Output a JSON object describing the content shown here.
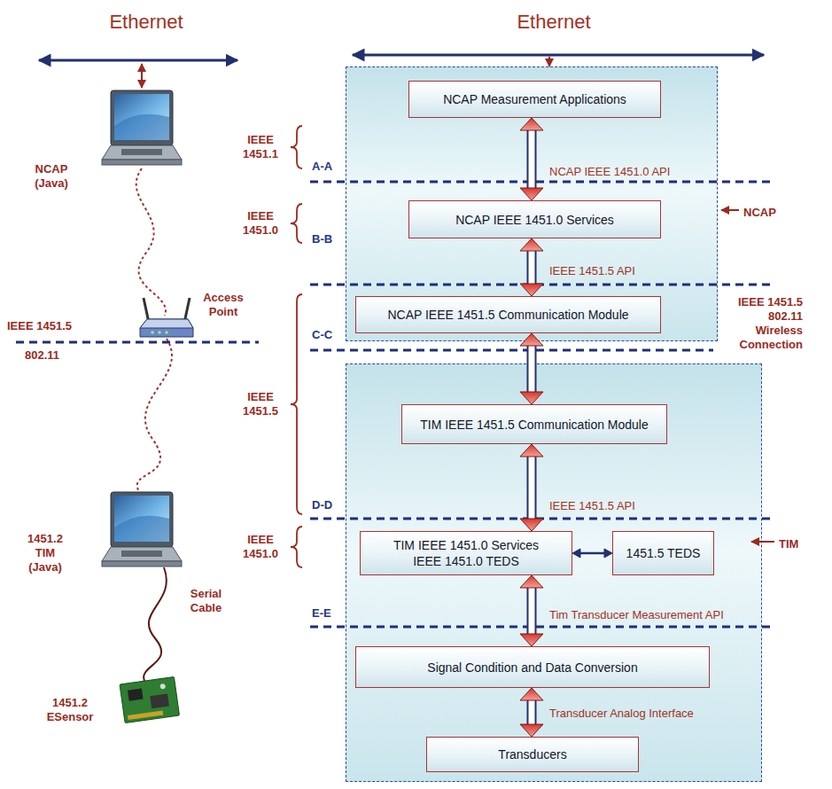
{
  "diagram": {
    "nodes": [
      {
        "text": [
          "NCAP"
        ]
      },
      {
        "text": [
          "NCAP Measurement Applications"
        ],
        "in": 0
      },
      {
        "text": [
          "NCAP IEEE 1451.0 Services"
        ],
        "in": 0
      },
      {
        "text": [
          "NCAP IEEE 1451.5 Communication Module"
        ],
        "in": 0
      },
      {
        "text": [
          "TIM"
        ]
      },
      {
        "text": [
          "TIM IEEE 1451.5 Communication Module"
        ],
        "in": 4
      },
      {
        "text": [
          "TIM IEEE 1451.0 Services",
          "IEEE 1451.0 TEDS"
        ],
        "in": 4
      },
      {
        "text": [
          "1451.5 TEDS"
        ],
        "in": 4
      },
      {
        "text": [
          "Signal Condition and Data Conversion"
        ],
        "in": 4
      },
      {
        "text": [
          "Transducers"
        ],
        "in": 4
      }
    ],
    "edges": [
      {
        "from": 1,
        "to": 2,
        "arrow": "both",
        "label": "NCAP IEEE 1451.0 API"
      },
      {
        "from": 2,
        "to": 3,
        "arrow": "both",
        "label": "IEEE 1451.5 API"
      },
      {
        "from": 3,
        "to": 5,
        "arrow": "both"
      },
      {
        "from": 5,
        "to": 6,
        "arrow": "both",
        "label": "IEEE 1451.5 API"
      },
      {
        "from": 6,
        "to": 7,
        "arrow": "both"
      },
      {
        "from": 6,
        "to": 8,
        "arrow": "both",
        "label": "Tim Transducer Measurement API"
      },
      {
        "from": 8,
        "to": 9,
        "arrow": "both",
        "label": "Transducer Analog Interface"
      }
    ],
    "labels": [
      "Ethernet",
      "NCAP (Java)",
      "Access Point",
      "IEEE 1451.5",
      "802.11",
      "1451.2 TIM (Java)",
      "Serial Cable",
      "1451.2 ESensor",
      "Ethernet",
      "IEEE 1451.1",
      "A-A",
      "IEEE 1451.0",
      "B-B",
      "IEEE 1451.5",
      "C-C",
      "D-D",
      "IEEE 1451.0",
      "E-E",
      "IEEE 1451.5 802.11 Wireless Connection"
    ]
  }
}
